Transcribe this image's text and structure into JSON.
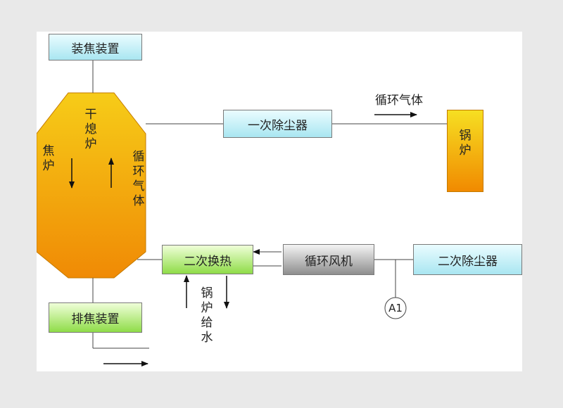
{
  "nodes": {
    "charging": "装焦装置",
    "dryer": "干熄炉",
    "coke_oven": "焦炉",
    "circ_gas_in": "循环气体",
    "primary_dust": "一次除尘器",
    "boiler": "锅炉",
    "circ_gas_arrow": "循环气体",
    "secondary_heat": "二次换热",
    "circ_fan": "循环风机",
    "secondary_dust": "二次除尘器",
    "discharge": "排焦装置",
    "boiler_feed": "锅炉给水",
    "meter": "A1"
  },
  "colors": {
    "cyan_box": "#a9e6f1",
    "green_box": "#8fdc48",
    "gray_box": "#8e8e8e",
    "furnace_top": "#f5c20f",
    "furnace_bottom": "#f08a05"
  }
}
